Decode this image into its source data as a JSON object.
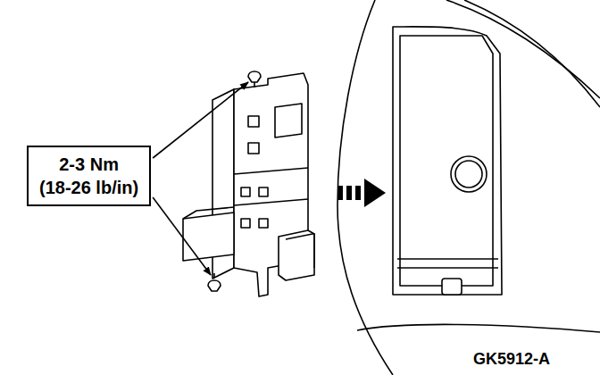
{
  "diagram": {
    "nodes": [
      {
        "text": [
          "2-3 Nm",
          "(18-26 lb/in)"
        ]
      }
    ],
    "labels": [
      "GK5912-A"
    ]
  }
}
